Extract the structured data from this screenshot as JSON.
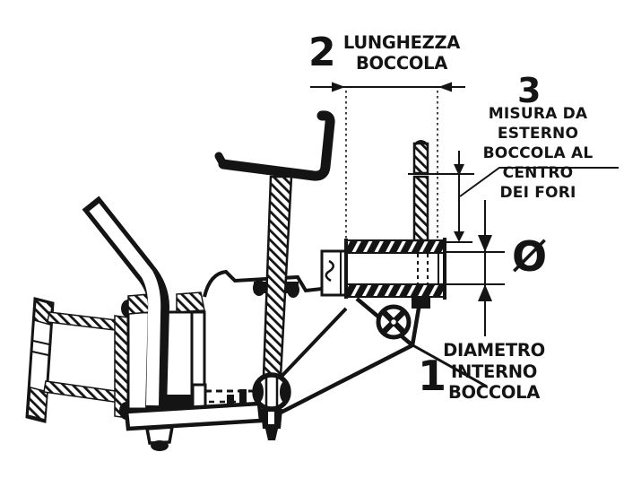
{
  "page": {
    "background_color": "#ffffff",
    "ink_color": "#141414"
  },
  "callouts": {
    "length": {
      "number": "2",
      "lines": [
        "LUNGHEZZA",
        "BOCCOLA"
      ]
    },
    "offset": {
      "number": "3",
      "lines": [
        "MISURA DA ESTERNO",
        "BOCCOLA AL CENTRO",
        "DEI FORI"
      ]
    },
    "inner_diameter": {
      "number": "1",
      "lines": [
        "DIAMETRO",
        "INTERNO",
        "BOCCOLA"
      ],
      "symbol": "Ø"
    }
  }
}
